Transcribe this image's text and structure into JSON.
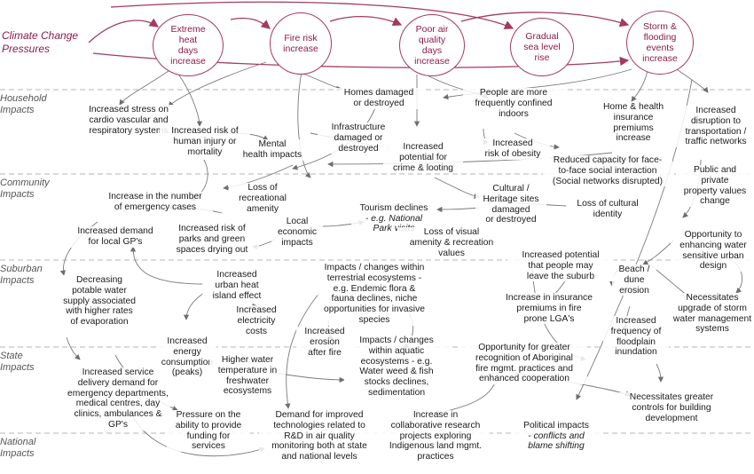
{
  "pressures_label": "Climate Change\nPressures",
  "bands": [
    {
      "key": "household",
      "label": "Household\nImpacts"
    },
    {
      "key": "community",
      "label": "Community\nImpacts"
    },
    {
      "key": "suburban",
      "label": "Suburban\nImpacts"
    },
    {
      "key": "state",
      "label": "State\nImpacts"
    },
    {
      "key": "national",
      "label": "National\nImpacts"
    }
  ],
  "pressures": [
    {
      "key": "heat",
      "label": "Extreme\nheat\ndays\nincrease"
    },
    {
      "key": "fire",
      "label": "Fire risk\nincrease"
    },
    {
      "key": "air",
      "label": "Poor air\nquality\ndays\nincrease"
    },
    {
      "key": "sea",
      "label": "Gradual\nsea level\nrise"
    },
    {
      "key": "storm",
      "label": "Storm &\nflooding\nevents\nincrease"
    }
  ],
  "impacts": {
    "cardio": "Increased stress on\ncardio vascular and\nrespiratory systems",
    "injury": "Increased risk of\nhuman injury or\nmortality",
    "mental": "Mental\nhealth impacts",
    "homes_damaged": "Homes damaged\nor destroyed",
    "infrastructure": "Infrastructure\ndamaged or\ndestroyed",
    "indoors": "People are more\nfrequently  confined\nindoors",
    "obesity": "Increased\nrisk of obesity",
    "insurance_home": "Home & health\ninsurance\npremiums\nincrease",
    "transport": "Increased\ndisruption to\ntransportation /\ntraffic networks",
    "crime": "Increased\npotential for\ncrime & looting",
    "social": "Reduced capacity for face-\nto-face social interaction\n(Social networks disrupted)",
    "property": "Public and\nprivate\nproperty values\nchange",
    "emergency": "Increase in the number\nof emergency cases",
    "recreational": "Loss of\nrecreational\namenity",
    "tourism": "Tourism declines",
    "tourism_eg": "- e.g. National\nPark visits",
    "heritage": "Cultural /\nHeritage sites\ndamaged\nor destroyed",
    "cultural_identity": "Loss of cultural\nidentity",
    "gp": "Increased demand\nfor local GP's",
    "parks": "Increased risk of\nparks and green\nspaces drying out",
    "economic": "Local\neconomic\nimpacts",
    "visual": "Loss of visual\namenity & recreation\nvalues",
    "leave": "Increased potential\nthat people may\nleave the suburb",
    "wsud": "Opportunity to\nenhancing water\nsensitive urban\ndesign",
    "potable": "Decreasing\npotable water\nsupply associated\nwith higher rates\nof evaporation",
    "heat_island": "Increased\nurban heat\nisland effect",
    "electricity": "Increased\nelectricity\ncosts",
    "terrestrial": "Impacts / changes within\nterrestrial ecosystems -\ne.g.  Endemic flora &\nfauna declines, niche\nopportunities for invasive\nspecies",
    "fire_premiums": "Increase in insurance\npremiums in fire\nprone LGA's",
    "beach": "Beach /\ndune\nerosion",
    "stormwater": "Necessitates\nupgrade of storm\nwater management\nsystems",
    "energy": "Increased\nenergy\nconsumption\n(peaks)",
    "erosion_fire": "Increased\nerosion\nafter fire",
    "aquatic": "Impacts / changes\nwithin aquatic\necosystems - e.g.\nWater weed & fish\nstocks declines,\nsedimentation",
    "aboriginal": "Opportunity for greater\nrecognition of Aboriginal\nfire mgmt. practices and\nenhanced cooperation",
    "floodplain": "Increased\nfrequency of\nfloodplain\ninundation",
    "service_demand": "Increased service\ndelivery demand for\nemergency departments,\nmedical centres, day\nclinics, ambulances &\nGP's",
    "water_temp": "Higher water\ntemperature in\nfreshwater\necosystems",
    "building": "Necessitates greater\ncontrols for building\ndevelopment",
    "funding": "Pressure on the\nability to provide\nfunding for\nservices",
    "rnd": "Demand for improved\ntechnologies related to\nR&D in air quality\nmonitoring both at state\nand national levels",
    "research": "Increase in\ncollaborative research\nprojects exploring\nIndigenous land mgmt.\npractices",
    "political": "Political impacts",
    "political_eg": "- conflicts and\nblame shifting"
  },
  "colors": {
    "pressure": "#8b1a4b",
    "pressure_border": "#a33a63",
    "edge": "#7a7a7a",
    "divider": "#b5b5b5",
    "band_text": "#555555"
  }
}
